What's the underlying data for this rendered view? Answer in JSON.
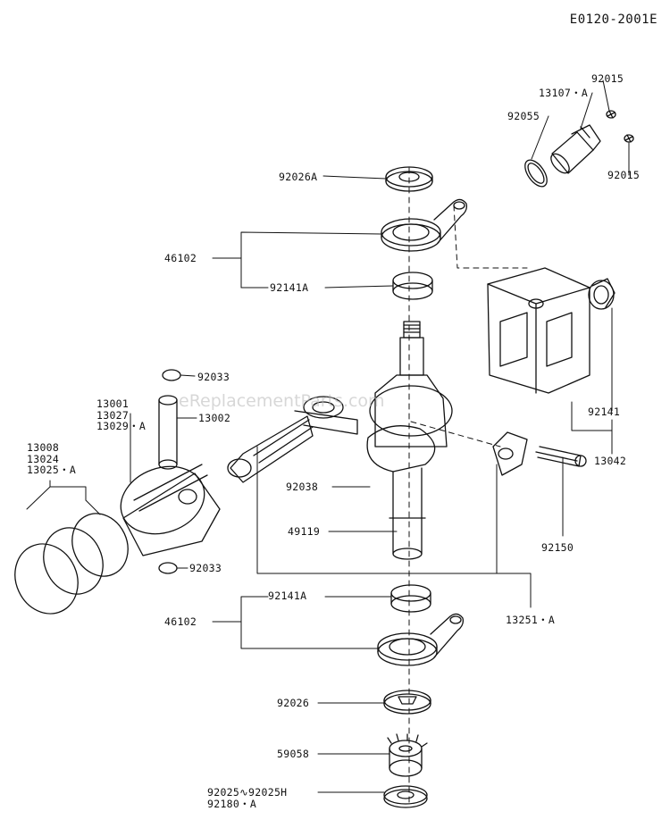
{
  "document_code": "E0120-2001E",
  "watermark": "eReplacementParts.com",
  "colors": {
    "ink": "#111111",
    "paper": "#ffffff",
    "watermark": "#b8b8b8"
  },
  "labels": {
    "p92015_top": "92015",
    "p13107a": "13107・A",
    "p92055": "92055",
    "p92015_bot": "92015",
    "p92026a": "92026A",
    "p46102_top": "46102",
    "p92141a_top": "92141A",
    "p92033_top": "92033",
    "p13001": "13001",
    "p13027": "13027",
    "p13029a": "13029・A",
    "p13002": "13002",
    "p13008": "13008",
    "p13024": "13024",
    "p13025a": "13025・A",
    "p92141": "92141",
    "p13042": "13042",
    "p92038": "92038",
    "p49119": "49119",
    "p92150": "92150",
    "p92033_bot": "92033",
    "p92141a_bot": "92141A",
    "p46102_bot": "46102",
    "p13251a": "13251・A",
    "p92026": "92026",
    "p59058": "59058",
    "p92025": "92025∿92025H",
    "p92180a": "92180・A"
  }
}
